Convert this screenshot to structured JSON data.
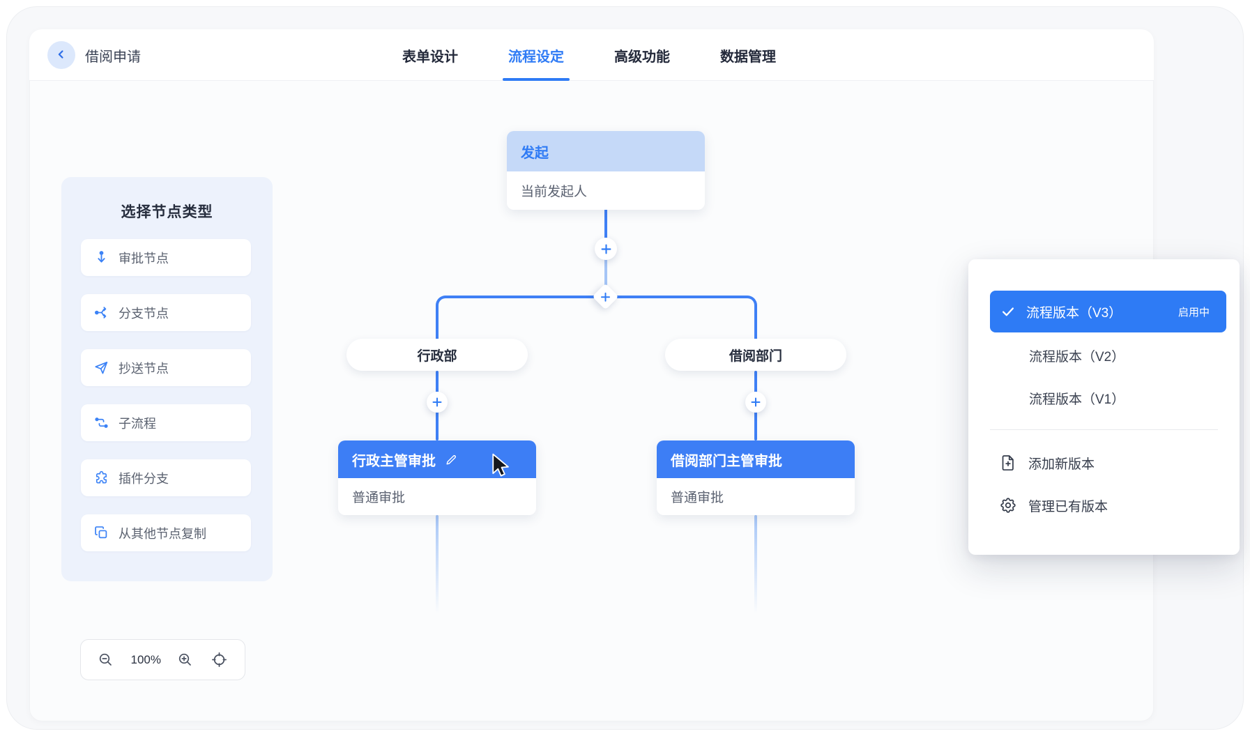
{
  "header": {
    "title": "借阅申请",
    "tabs": [
      {
        "label": "表单设计",
        "active": false
      },
      {
        "label": "流程设定",
        "active": true
      },
      {
        "label": "高级功能",
        "active": false
      },
      {
        "label": "数据管理",
        "active": false
      }
    ]
  },
  "node_palette": {
    "title": "选择节点类型",
    "items": [
      {
        "label": "审批节点",
        "icon": "approval-node-icon"
      },
      {
        "label": "分支节点",
        "icon": "branch-node-icon"
      },
      {
        "label": "抄送节点",
        "icon": "cc-node-icon"
      },
      {
        "label": "子流程",
        "icon": "subprocess-icon"
      },
      {
        "label": "插件分支",
        "icon": "plugin-branch-icon"
      },
      {
        "label": "从其他节点复制",
        "icon": "copy-node-icon"
      }
    ]
  },
  "flow": {
    "start_node": {
      "title": "发起",
      "subtitle": "当前发起人"
    },
    "branches": [
      {
        "condition": "行政部",
        "approval_node": {
          "title": "行政主管审批",
          "subtitle": "普通审批",
          "editable": true
        }
      },
      {
        "condition": "借阅部门",
        "approval_node": {
          "title": "借阅部门主管审批",
          "subtitle": "普通审批",
          "editable": false
        }
      }
    ]
  },
  "version_panel": {
    "items": [
      {
        "label": "流程版本（V3）",
        "badge": "启用中",
        "selected": true
      },
      {
        "label": "流程版本（V2）",
        "selected": false
      },
      {
        "label": "流程版本（V1）",
        "selected": false
      }
    ],
    "actions": [
      {
        "label": "添加新版本",
        "icon": "add-version-icon"
      },
      {
        "label": "管理已有版本",
        "icon": "manage-versions-icon"
      }
    ]
  },
  "zoom_toolbar": {
    "zoom_level": "100%"
  },
  "colors": {
    "accent": "#2F7BF5",
    "node_header_blue": "#3D7EF5",
    "start_header_bg": "#C5D9F8",
    "palette_bg": "#EDF2FC",
    "line_blue": "#3F80F5",
    "selected_version_bg": "#2E7BF5"
  }
}
